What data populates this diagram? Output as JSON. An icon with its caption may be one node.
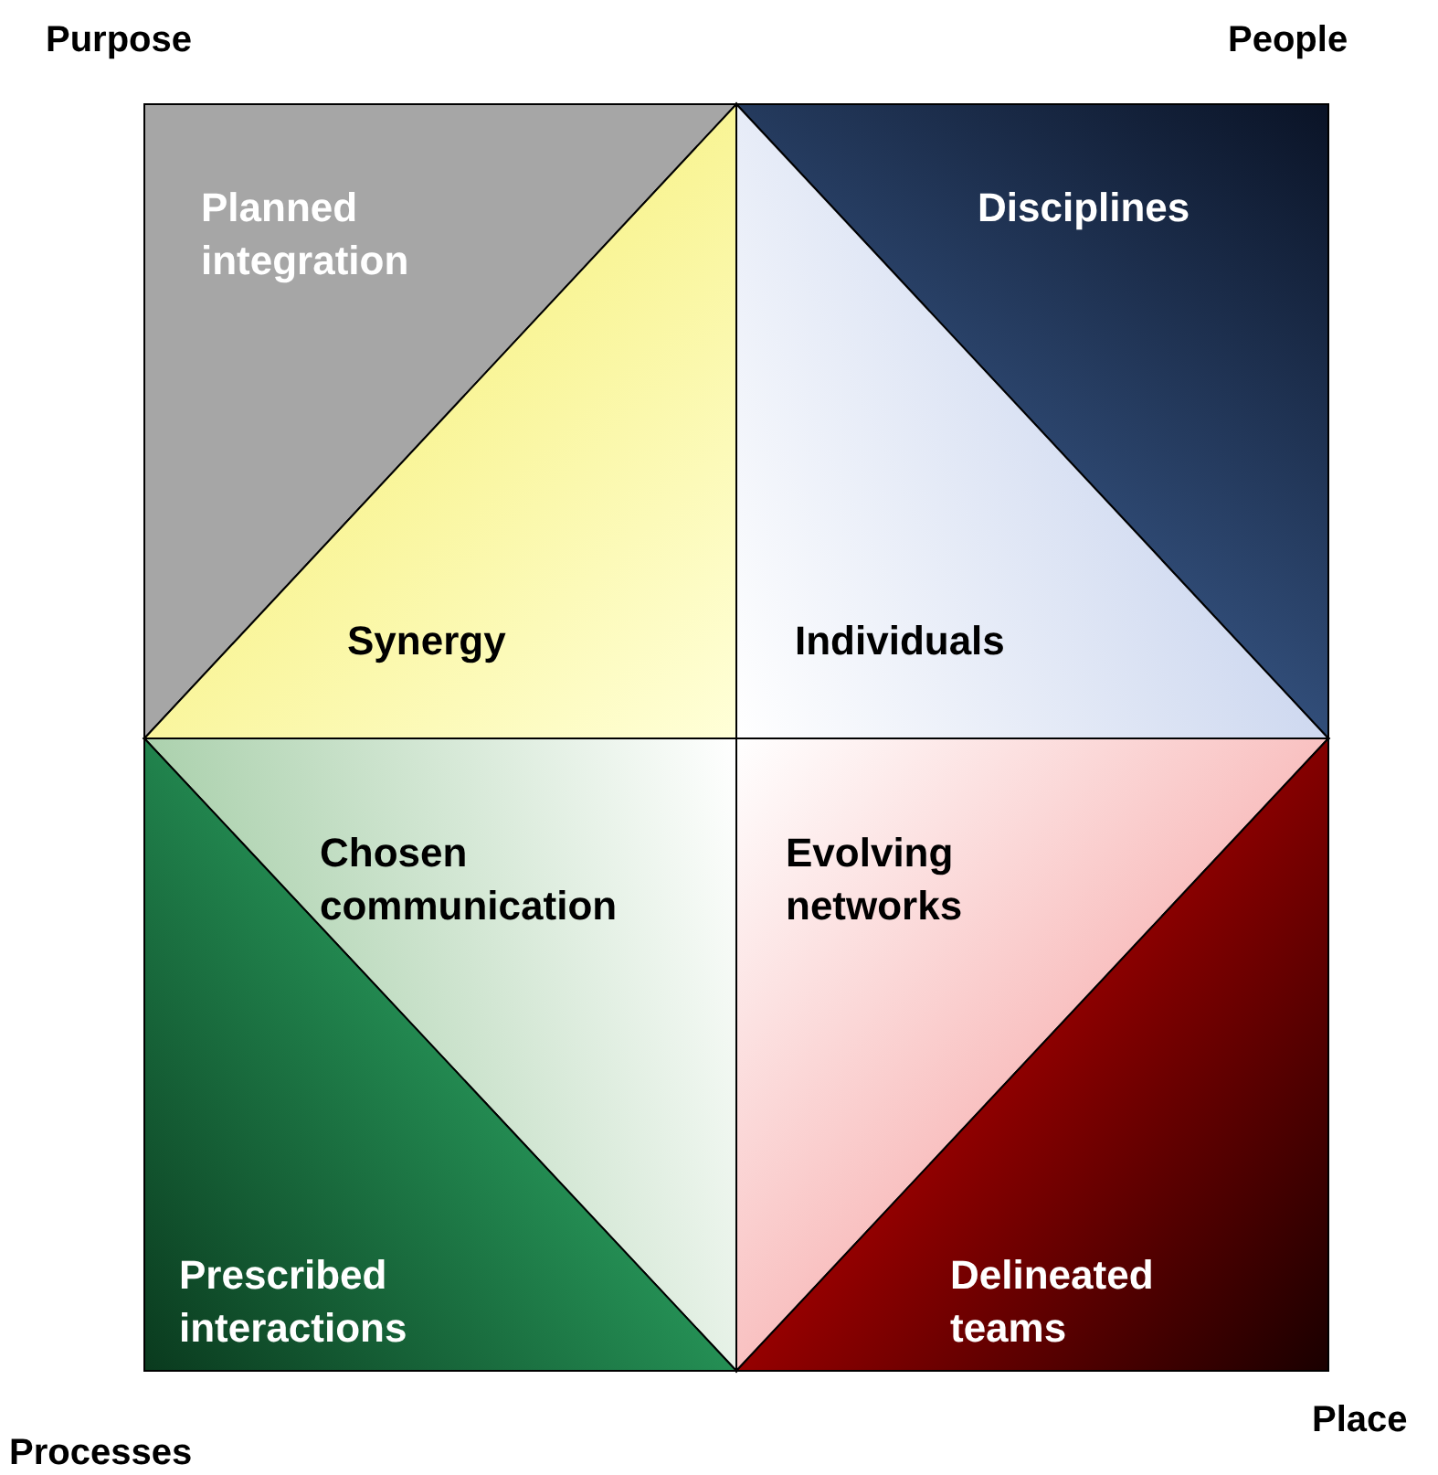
{
  "diagram": {
    "nodes": [
      {
        "text": [
          "Planned integration"
        ]
      },
      {
        "text": [
          "Disciplines"
        ]
      },
      {
        "text": [
          "Synergy"
        ]
      },
      {
        "text": [
          "Individuals"
        ]
      },
      {
        "text": [
          "Chosen communication"
        ]
      },
      {
        "text": [
          "Evolving networks"
        ]
      },
      {
        "text": [
          "Prescribed interactions"
        ]
      },
      {
        "text": [
          "Delineated teams"
        ]
      }
    ],
    "labels": [
      "Purpose",
      "People",
      "Processes",
      "Place"
    ]
  }
}
